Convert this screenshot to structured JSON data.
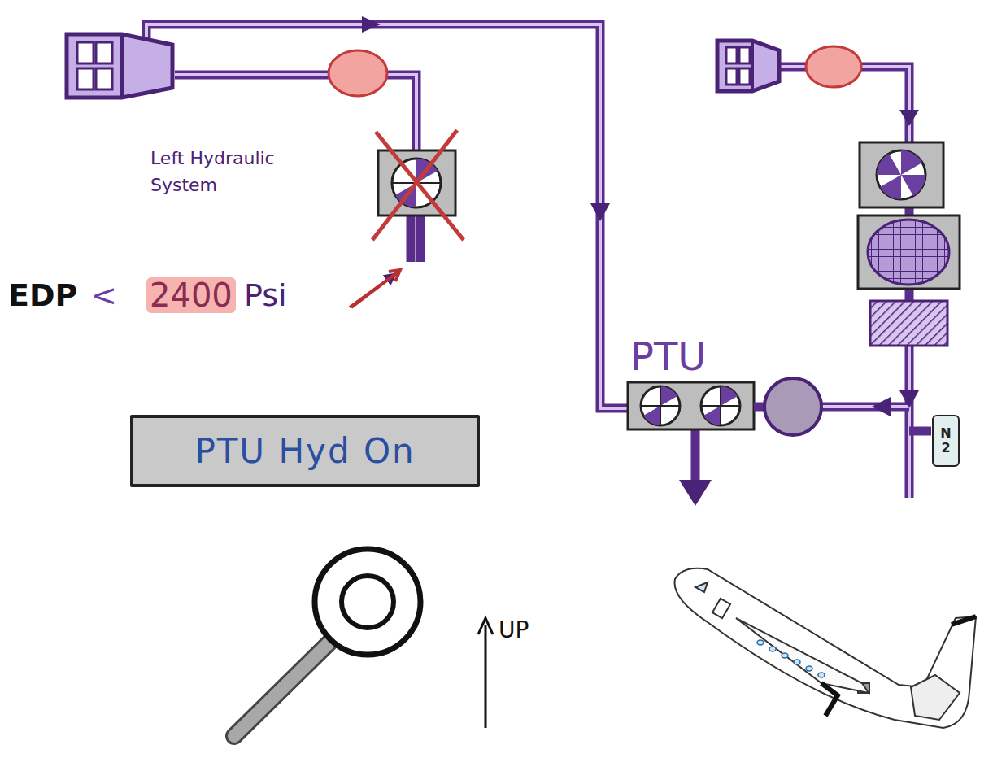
{
  "diagram": {
    "nodes": [
      {
        "text": [
          "PTU Hyd On"
        ]
      },
      {
        "text": [
          "N2"
        ]
      }
    ],
    "labels": [
      "Left Hydraulic System",
      "EDP",
      "<",
      "2400",
      "Psi",
      "PTU",
      "UP"
    ]
  }
}
